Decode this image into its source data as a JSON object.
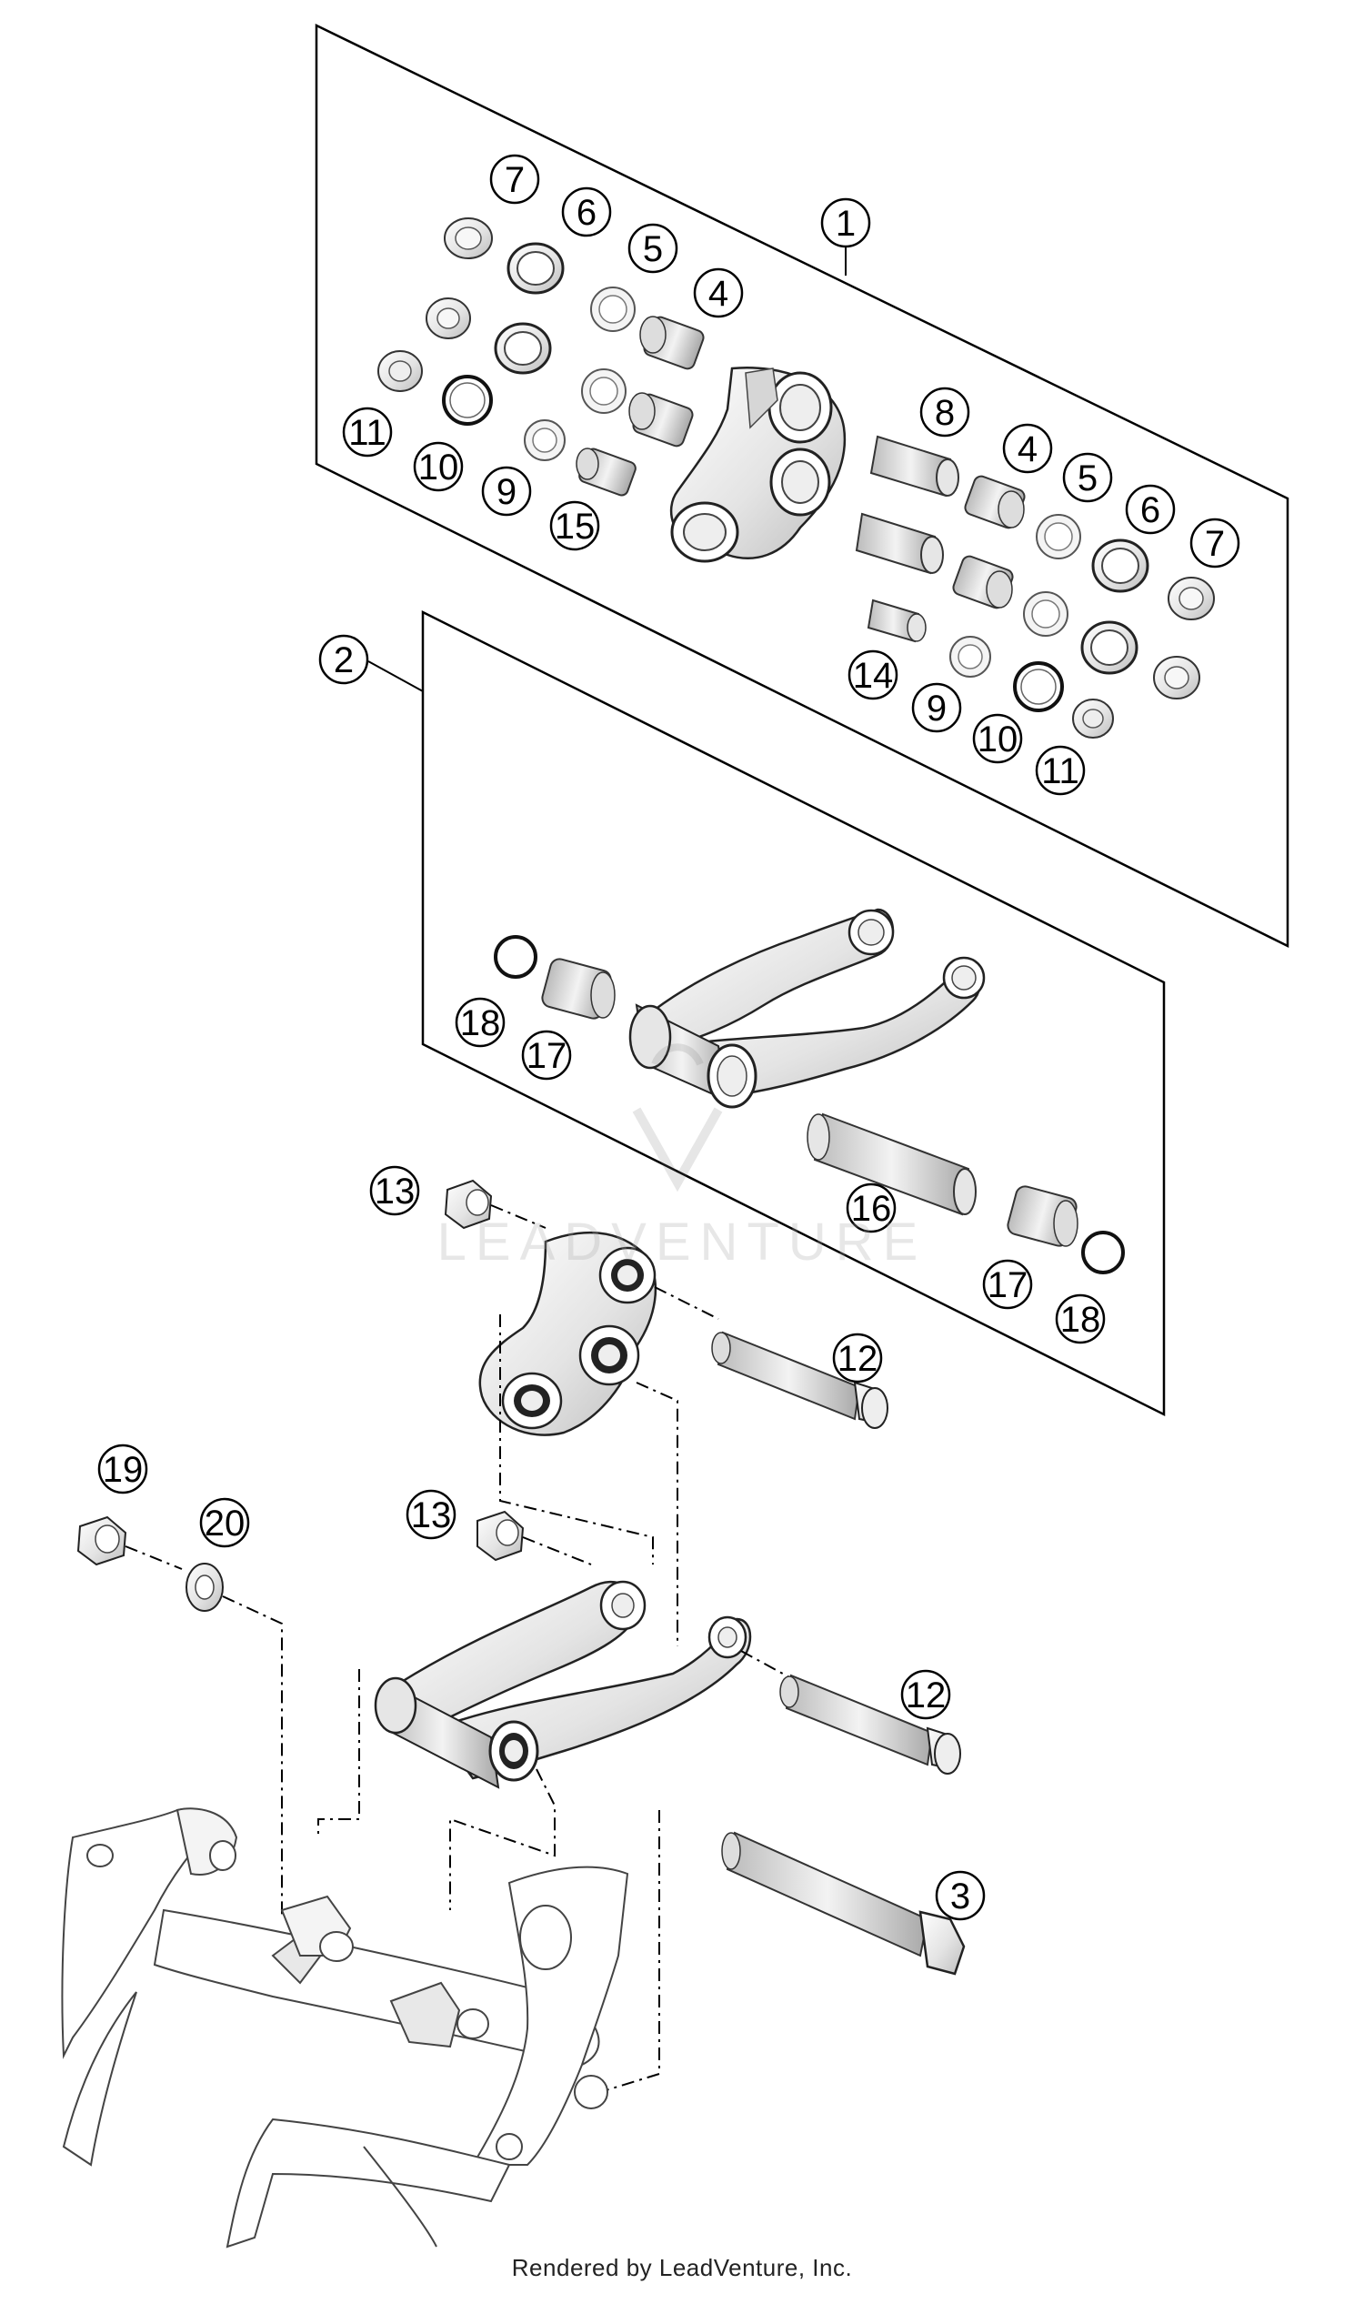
{
  "diagram": {
    "callouts": [
      {
        "id": "c1",
        "label": "1"
      },
      {
        "id": "c2",
        "label": "2"
      },
      {
        "id": "c3",
        "label": "3"
      },
      {
        "id": "c4a",
        "label": "4"
      },
      {
        "id": "c4b",
        "label": "4"
      },
      {
        "id": "c5a",
        "label": "5"
      },
      {
        "id": "c5b",
        "label": "5"
      },
      {
        "id": "c6a",
        "label": "6"
      },
      {
        "id": "c6b",
        "label": "6"
      },
      {
        "id": "c7a",
        "label": "7"
      },
      {
        "id": "c7b",
        "label": "7"
      },
      {
        "id": "c8",
        "label": "8"
      },
      {
        "id": "c9a",
        "label": "9"
      },
      {
        "id": "c9b",
        "label": "9"
      },
      {
        "id": "c10a",
        "label": "10"
      },
      {
        "id": "c10b",
        "label": "10"
      },
      {
        "id": "c11a",
        "label": "11"
      },
      {
        "id": "c11b",
        "label": "11"
      },
      {
        "id": "c12a",
        "label": "12"
      },
      {
        "id": "c12b",
        "label": "12"
      },
      {
        "id": "c13a",
        "label": "13"
      },
      {
        "id": "c13b",
        "label": "13"
      },
      {
        "id": "c14",
        "label": "14"
      },
      {
        "id": "c15",
        "label": "15"
      },
      {
        "id": "c16",
        "label": "16"
      },
      {
        "id": "c17a",
        "label": "17"
      },
      {
        "id": "c17b",
        "label": "17"
      },
      {
        "id": "c18a",
        "label": "18"
      },
      {
        "id": "c18b",
        "label": "18"
      },
      {
        "id": "c19",
        "label": "19"
      },
      {
        "id": "c20",
        "label": "20"
      }
    ]
  },
  "watermark": {
    "text": "LEADVENTURE",
    "logo": "leadventure-logo-icon"
  },
  "footer": {
    "text": "Rendered by LeadVenture, Inc."
  }
}
